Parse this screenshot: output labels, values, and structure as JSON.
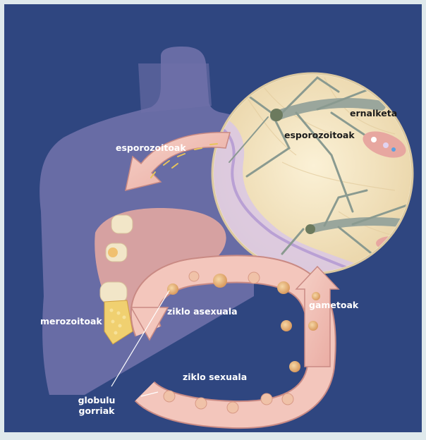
{
  "labels": {
    "ernalketa": "ernalketa",
    "esporozoitoak_mosquito": "esporozoitoak",
    "esporozoitoak_human": "esporozoitoak",
    "merozoitoak": "merozoitoak",
    "ziklo_asexuala": "ziklo asexuala",
    "gametoak": "gametoak",
    "ziklo_sexuala": "ziklo sexuala",
    "globulu": "globulu",
    "gorriak": "gorriak"
  },
  "colors": {
    "frame": "#dfe9ec",
    "background": "#2f4680",
    "silhouette": "#6f70a8",
    "arrow_pink": "#f2c2b8",
    "arrow_edge": "#c98a84",
    "skin_circle": "#f2e4c0",
    "mosquito": "#8a9a90",
    "cell": "#e9b27a"
  }
}
